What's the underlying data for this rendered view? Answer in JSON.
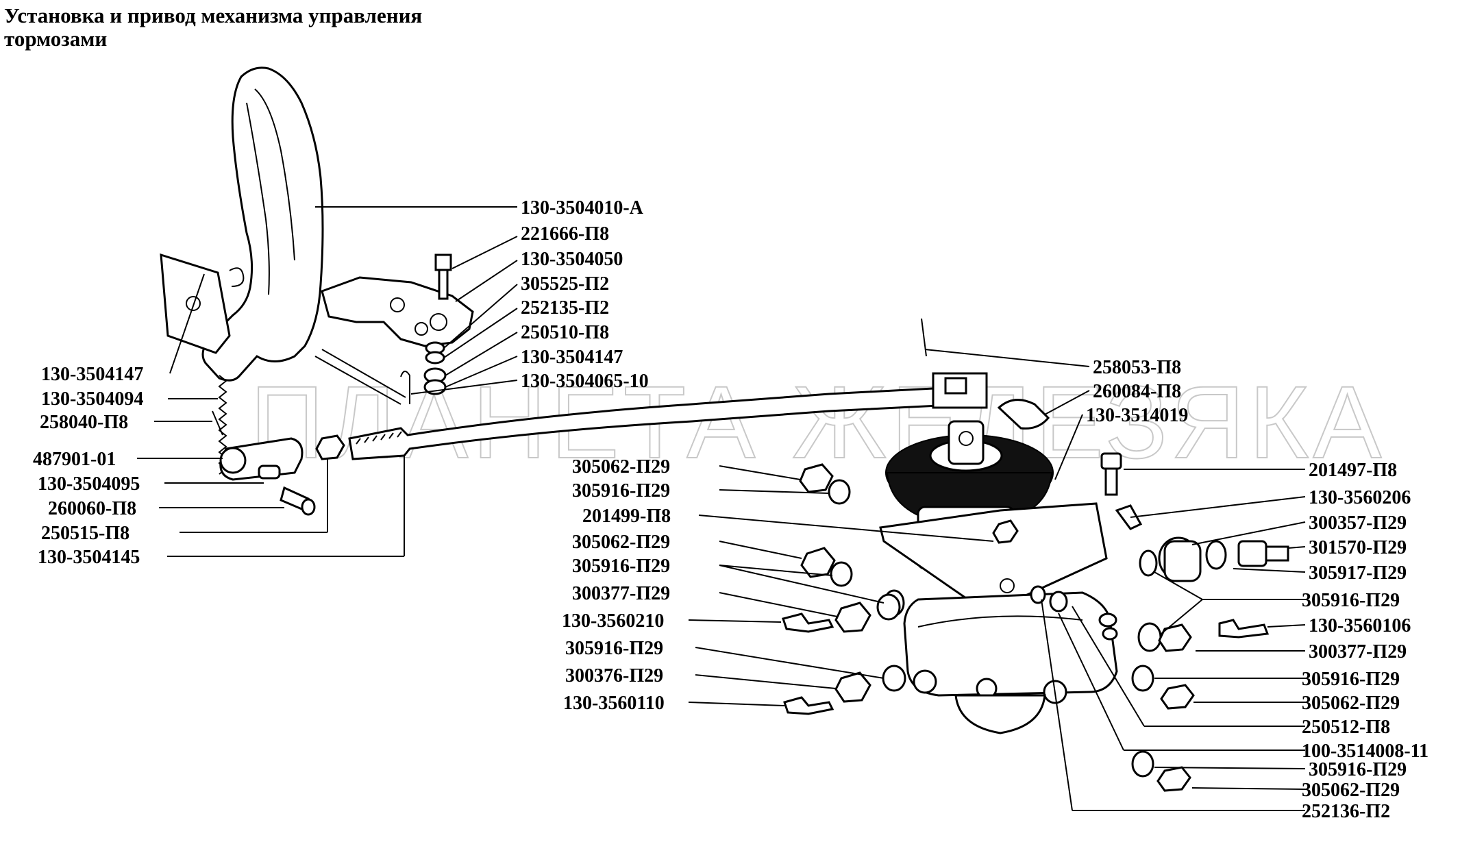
{
  "title": "Установка и привод механизма управления тормозами",
  "watermark": "ПЛАНЕТА ЖЕЛЕЗЯКА",
  "labels": {
    "l01": "130-3504010-А",
    "l02": "221666-П8",
    "l03": "130-3504050",
    "l04": "305525-П2",
    "l05": "252135-П2",
    "l06": "250510-П8",
    "l07": "130-3504147",
    "l08": "130-3504065-10",
    "l09": "130-3504147",
    "l10": "130-3504094",
    "l11": "258040-П8",
    "l12": "487901-01",
    "l13": "130-3504095",
    "l14": "260060-П8",
    "l15": "250515-П8",
    "l16": "130-3504145",
    "l17": "258053-П8",
    "l18": "260084-П8",
    "l19": "130-3514019",
    "l20": "305062-П29",
    "l21": "305916-П29",
    "l22": "201499-П8",
    "l23": "305062-П29",
    "l24": "305916-П29",
    "l25": "300377-П29",
    "l26": "130-3560210",
    "l27": "305916-П29",
    "l28": "300376-П29",
    "l29": "130-3560110",
    "l30": "201497-П8",
    "l31": "130-3560206",
    "l32": "300357-П29",
    "l33": "301570-П29",
    "l34": "305917-П29",
    "l35": "305916-П29",
    "l36": "130-3560106",
    "l37": "300377-П29",
    "l38": "305916-П29",
    "l39": "305062-П29",
    "l40": "250512-П8",
    "l41": "100-3514008-11",
    "l42": "305916-П29",
    "l43": "305062-П29",
    "l44": "252136-П2"
  }
}
